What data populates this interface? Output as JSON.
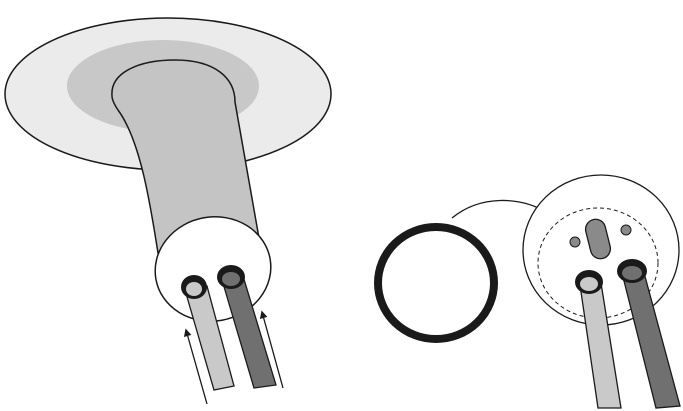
{
  "diagram": {
    "description_text": "",
    "colors": {
      "background": "#ffffff",
      "outline": "#1a1a1a",
      "flange": "#ebebeb",
      "flange_recess": "#c8c8c8",
      "sleeve": "#c4c4c4",
      "cap": "#ffffff",
      "wire_light": "#c9c9c9",
      "wire_dark": "#707070",
      "terminal": "#1a1a1a",
      "pin": "#8a8a8a",
      "gasket_ring": "#1a1a1a"
    },
    "parts": [
      "flange-plate",
      "cable-sleeve",
      "end-cap",
      "light-wire",
      "dark-wire",
      "gasket-ring",
      "connector-face"
    ]
  }
}
